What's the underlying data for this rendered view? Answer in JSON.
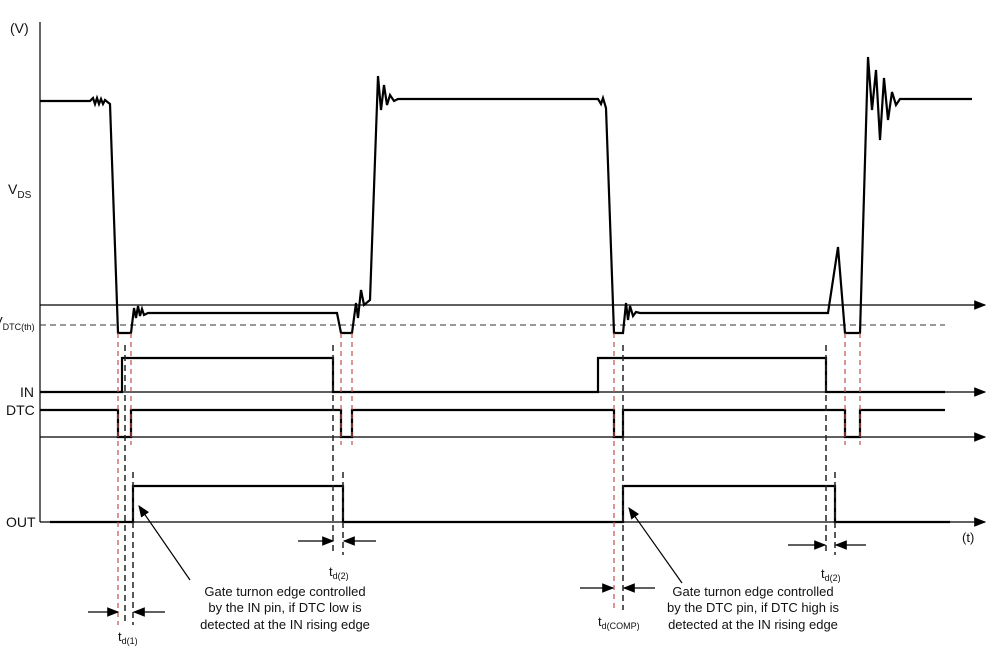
{
  "labels": {
    "y_unit": "(V)",
    "vds_main": "V",
    "vds_sub": "DS",
    "vdtc_main": "V",
    "vdtc_sub": "DTC(th)",
    "in": "IN",
    "dtc": "DTC",
    "out": "OUT",
    "x_unit": "(t)"
  },
  "timing": {
    "td1": {
      "main": "t",
      "sub": "d(1)"
    },
    "td2a": {
      "main": "t",
      "sub": "d(2)"
    },
    "tdcomp": {
      "main": "t",
      "sub": "d(COMP)"
    },
    "td2b": {
      "main": "t",
      "sub": "d(2)"
    }
  },
  "annotations": {
    "in_pin": [
      "Gate turnon edge controlled",
      "by the IN pin, if DTC low is",
      "detected at the IN rising edge"
    ],
    "dtc_pin": [
      "Gate turnon edge controlled",
      "by the DTC pin, if DTC high is",
      "detected at the IN rising edge"
    ]
  },
  "colors": {
    "signal": "#000000",
    "red_dashed": "#c0504d"
  }
}
